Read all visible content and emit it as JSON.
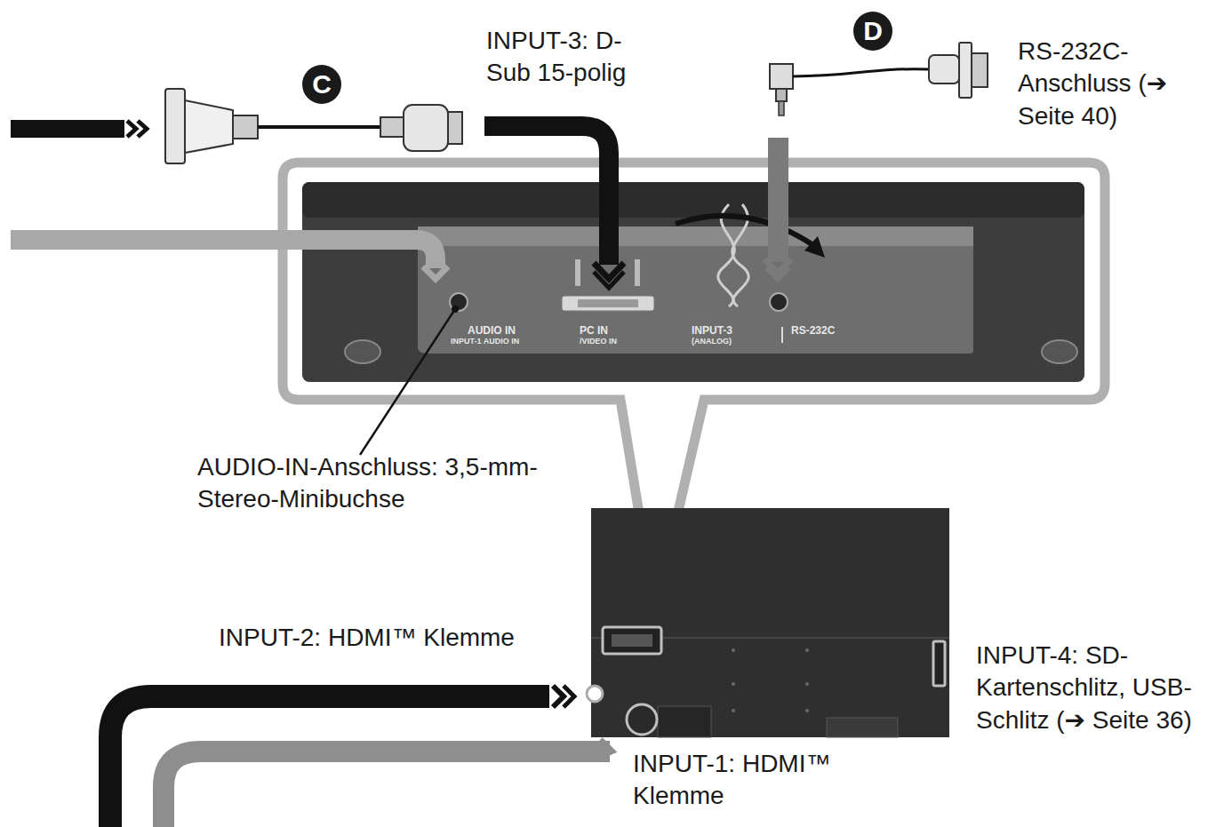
{
  "diagram": {
    "nodes": [
      {
        "text": [
          "C"
        ]
      },
      {
        "text": [
          "D"
        ]
      }
    ],
    "labels": [
      "INPUT-3: D-Sub 15-polig",
      "RS-232C-Anschluss (➔ Seite 40)",
      "AUDIO IN",
      "INPUT-1 AUDIO IN",
      "PC IN",
      "/VIDEO IN",
      "INPUT-3",
      "(ANALOG)",
      "RS-232C",
      "AUDIO-IN-Anschluss: 3,5-mm-Stereo-Minibuchse",
      "INPUT-2: HDMI™ Klemme",
      "INPUT-1: HDMI™ Klemme",
      "INPUT-4: SD-Kartenschlitz, USB-Schlitz (➔ Seite 36)"
    ]
  }
}
